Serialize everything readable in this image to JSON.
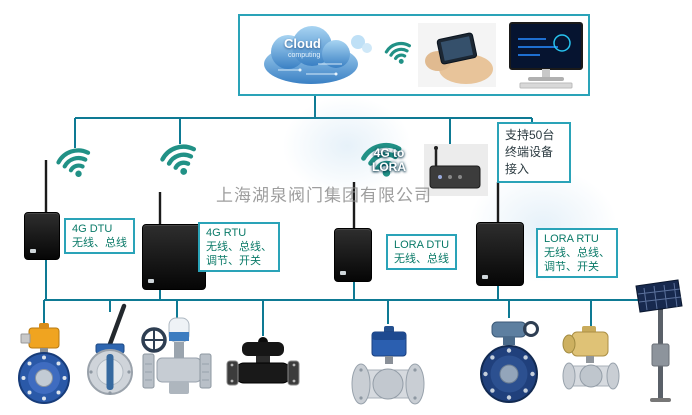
{
  "company_watermark": "上海湖泉阀门集团有限公司",
  "colors": {
    "line": "#0e7a94",
    "panel_border": "#2aa3b8",
    "label_text": "#0a7a68",
    "wifi": "#219186"
  },
  "cloud": {
    "title": "Cloud",
    "subtitle": "computing"
  },
  "gateway": {
    "line1": "4G to",
    "line2": "LORA"
  },
  "callout": {
    "line1": "支持50台",
    "line2": "终端设备",
    "line3": "接入"
  },
  "devices": [
    {
      "name": "4G DTU",
      "desc1": "无线、总线",
      "desc2": ""
    },
    {
      "name": "4G RTU",
      "desc1": "无线、总线、",
      "desc2": "调节、开关"
    },
    {
      "name": "LORA DTU",
      "desc1": "无线、总线",
      "desc2": ""
    },
    {
      "name": "LORA RTU",
      "desc1": "无线、总线、",
      "desc2": "调节、开关"
    }
  ]
}
